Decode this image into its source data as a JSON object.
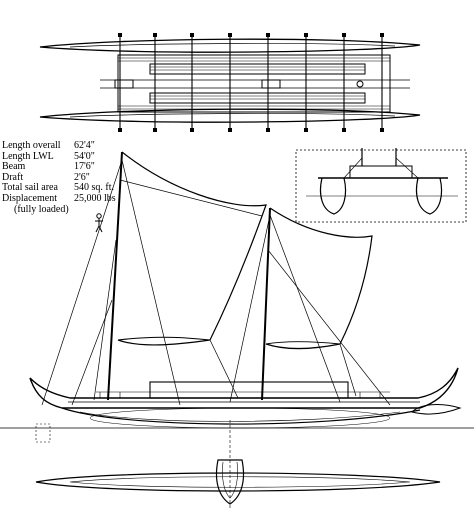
{
  "specifications": [
    {
      "label": "Length overall",
      "value": "62'4\""
    },
    {
      "label": "Length LWL",
      "value": "54'0\""
    },
    {
      "label": "Beam",
      "value": "17'6\""
    },
    {
      "label": "Draft",
      "value": "2'6\""
    },
    {
      "label": "Total sail area",
      "value": "540 sq. ft."
    },
    {
      "label": "Displacement",
      "value": "25,000 lbs"
    }
  ],
  "displacement_note": "(fully loaded)"
}
